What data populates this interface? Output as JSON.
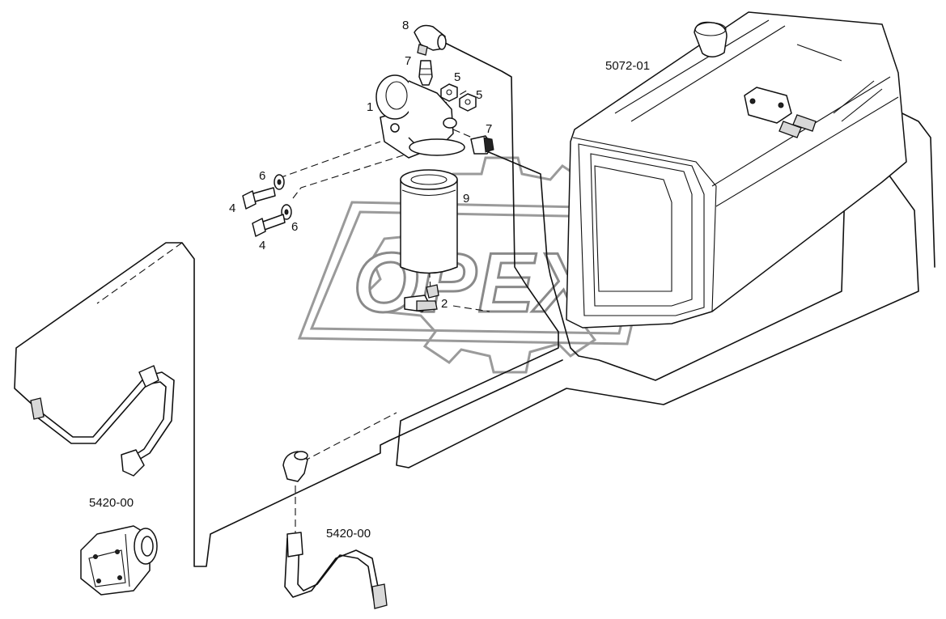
{
  "labels": {
    "part_1": "1",
    "part_2": "2",
    "part_4_a": "4",
    "part_4_b": "4",
    "part_5_a": "5",
    "part_5_b": "5",
    "part_6_a": "6",
    "part_6_b": "6",
    "part_7_a": "7",
    "part_7_b": "7",
    "part_8": "8",
    "part_9": "9",
    "ref_tank": "5072-01",
    "ref_pump": "5420-00",
    "ref_hose": "5420-00"
  },
  "watermark": {
    "text": "OPEX",
    "color": "#8a8a8a"
  },
  "colors": {
    "line": "#111111",
    "background": "#ffffff"
  }
}
